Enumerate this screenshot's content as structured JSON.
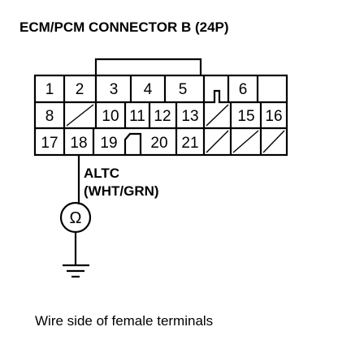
{
  "title": "ECM/PCM CONNECTOR B (24P)",
  "connector": {
    "pins": [
      "1",
      "2",
      "3",
      "4",
      "5",
      "6",
      "8",
      "10",
      "11",
      "12",
      "13",
      "15",
      "16",
      "17",
      "18",
      "19",
      "20",
      "21"
    ]
  },
  "wire": {
    "name": "ALTC",
    "color": "(WHT/GRN)",
    "meter_symbol": "Ω"
  },
  "caption": "Wire side of female terminals"
}
